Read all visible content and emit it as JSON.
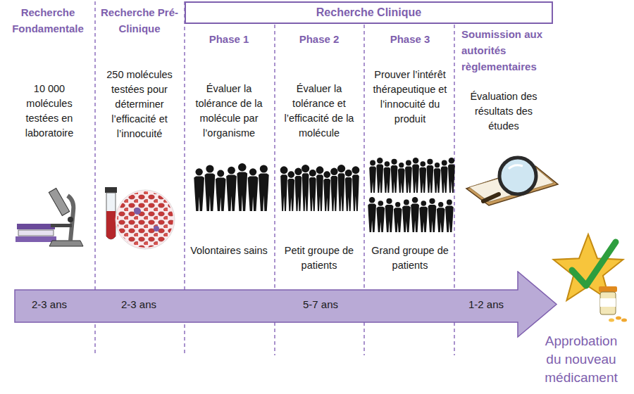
{
  "diagram": {
    "nodes": [
      {
        "text": [
          "Recherche Clinique"
        ]
      },
      {
        "text": [
          "2-3 ans",
          "2-3 ans",
          "5-7 ans",
          "1-2 ans"
        ]
      }
    ],
    "labels": [
      "Recherche Fondamentale",
      "10 000 molécules testées en laboratoire",
      "Recherche Pré-Clinique",
      "250 molécules testées pour déterminer l’efficacité et l’innocuité",
      "Phase 1",
      "Évaluer la tolérance de la molécule par l’organisme",
      "Volontaires sains",
      "Phase 2",
      "Évaluer la tolérance et l’efficacité de la molécule",
      "Petit groupe de patients",
      "Phase 3",
      "Prouver l’intérêt thérapeutique et l’innocuité du produit",
      "Grand groupe de patients",
      "Soumission aux autorités règlementaires",
      "Évaluation des résultats des études",
      "Approbation du nouveau médicament"
    ]
  }
}
